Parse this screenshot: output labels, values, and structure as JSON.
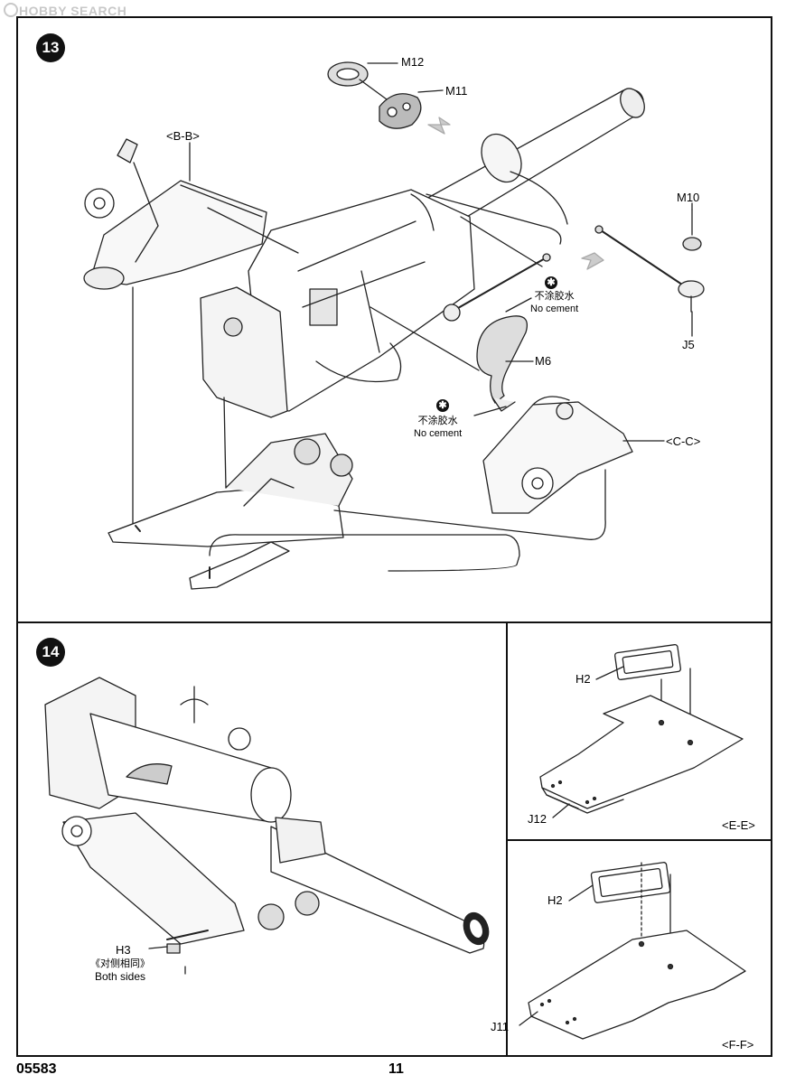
{
  "watermark": {
    "text": "HOBBY SEARCH"
  },
  "step13": {
    "number": "13",
    "labels": {
      "m12": "M12",
      "m11": "M11",
      "bb": "<B-B>",
      "m10": "M10",
      "j5": "J5",
      "m6": "M6",
      "cc": "<C-C>"
    },
    "no_cement_1": {
      "zh": "不涂胶水",
      "en": "No cement"
    },
    "no_cement_2": {
      "zh": "不涂胶水",
      "en": "No cement"
    }
  },
  "step14": {
    "number": "14",
    "h3_label": "H3",
    "h3_note_zh": "《对侧相同》",
    "h3_note_en": "Both sides"
  },
  "panel_ee": {
    "h2": "H2",
    "part": "J12",
    "caption": "<E-E>"
  },
  "panel_ff": {
    "h2": "H2",
    "part": "J11",
    "caption": "<F-F>"
  },
  "footer": {
    "code": "05583",
    "page": "11"
  }
}
